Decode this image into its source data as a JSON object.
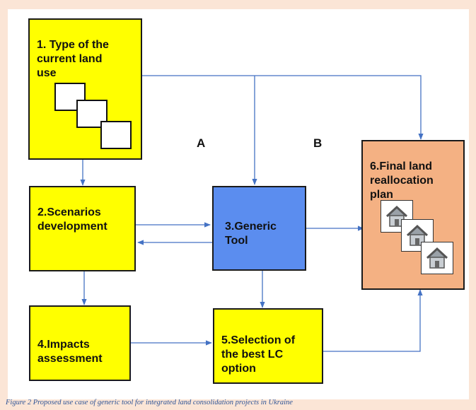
{
  "boxes": {
    "box1": "1. Type of the\ncurrent land\nuse",
    "box2": "2.Scenarios\ndevelopment",
    "box3": "3.Generic\nTool",
    "box4": "4.Impacts\nassessment",
    "box5": "5.Selection of\nthe best LC\noption",
    "box6": "6.Final land\nreallocation\nplan"
  },
  "labels": {
    "a": "A",
    "b": "B"
  },
  "caption": "Figure 2 Proposed use case of generic tool for integrated land consolidation projects in Ukraine",
  "colors": {
    "yellow": "#ffff00",
    "blue": "#5b8def",
    "orange": "#f4b183",
    "arrow": "#4472c4",
    "background": "#fbe5d6",
    "caption": "#2f5597"
  },
  "icons": [
    "document-stack-icon",
    "house-icon"
  ]
}
